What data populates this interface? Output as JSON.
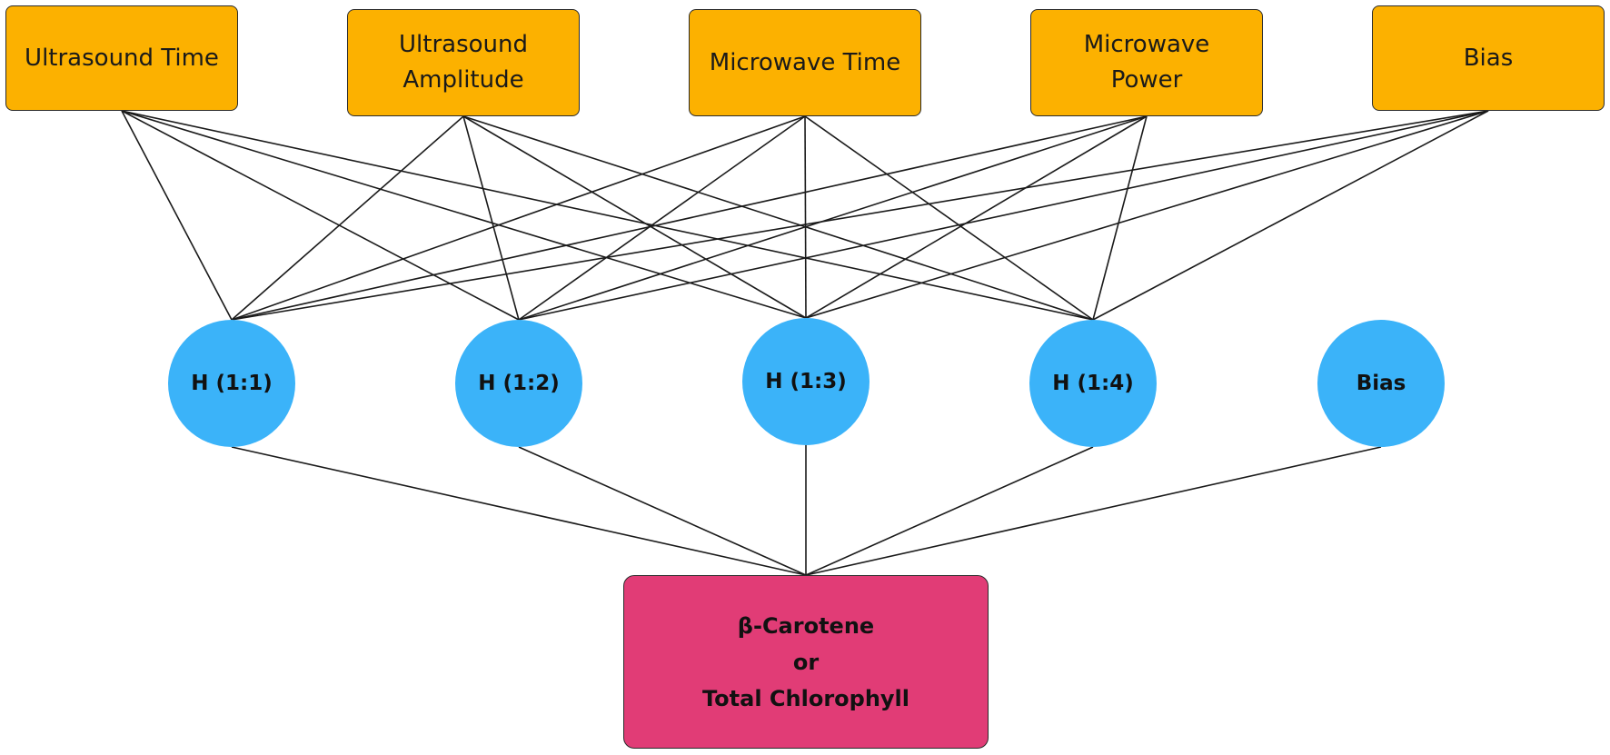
{
  "colors": {
    "input_fill": "#fcb100",
    "hidden_fill": "#3bb3f9",
    "output_fill": "#e13c76",
    "edge": "#1a1a1a"
  },
  "inputs": [
    {
      "id": "ultrasound-time",
      "label": "Ultrasound Time"
    },
    {
      "id": "ultrasound-amplitude",
      "label": "Ultrasound\nAmplitude"
    },
    {
      "id": "microwave-time",
      "label": "Microwave Time"
    },
    {
      "id": "microwave-power",
      "label": "Microwave\nPower"
    },
    {
      "id": "input-bias",
      "label": "Bias"
    }
  ],
  "hidden": [
    {
      "id": "h11",
      "label": "H (1:1)"
    },
    {
      "id": "h12",
      "label": "H (1:2)"
    },
    {
      "id": "h13",
      "label": "H (1:3)"
    },
    {
      "id": "h14",
      "label": "H (1:4)"
    },
    {
      "id": "hidden-bias",
      "label": "Bias"
    }
  ],
  "output": {
    "lines": [
      "β-Carotene",
      "or",
      "Total Chlorophyll"
    ]
  }
}
